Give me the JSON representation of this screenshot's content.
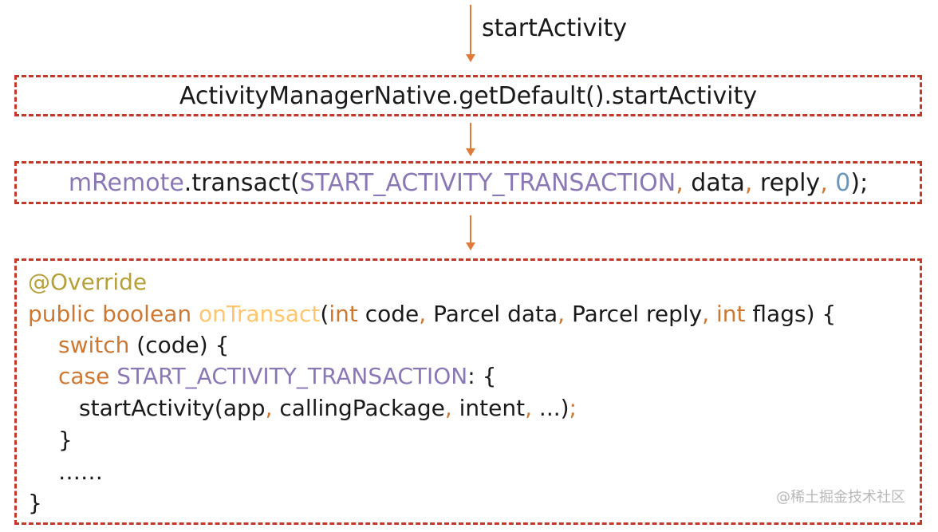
{
  "top_label": "startActivity",
  "box1": {
    "text": "ActivityManagerNative.getDefault().startActivity"
  },
  "box2": {
    "remote": "mRemote",
    "call": ".transact(",
    "const": "START_ACTIVITY_TRANSACTION",
    "c1": ",",
    "arg1": " data",
    "c2": ",",
    "arg2": " reply",
    "c3": ",",
    "zero": " 0",
    "close": ");"
  },
  "code": {
    "override": "@Override",
    "l2_public": "public boolean ",
    "l2_fn": "onTransact",
    "l2_open": "(",
    "l2_int1": "int",
    "l2_code": " code",
    "l2_c1": ",",
    "l2_parcel_data": " Parcel data",
    "l2_c2": ",",
    "l2_parcel_reply": " Parcel reply",
    "l2_c3": ",",
    "l2_int2": " int",
    "l2_flags": " flags) {",
    "l3_switch": "switch",
    "l3_rest": " (code) {",
    "l4_case": "case ",
    "l4_const": "START_ACTIVITY_TRANSACTION",
    "l4_rest": ": {",
    "l5_start": "startActivity(app",
    "l5_c1": ",",
    "l5_pkg": " callingPackage",
    "l5_c2": ",",
    "l5_intent": " intent",
    "l5_c3": ",",
    "l5_dots": " ...)",
    "l5_semi": ";",
    "l6": "}",
    "l7": "……",
    "l8": "}"
  },
  "watermark": "@稀土掘金技术社区",
  "colors": {
    "arrow": "#e07a3a",
    "border": "#c0392b",
    "keyword": "#cc7832",
    "annotation": "#b5a03a",
    "constant": "#8a78b5",
    "number": "#6897bb"
  }
}
